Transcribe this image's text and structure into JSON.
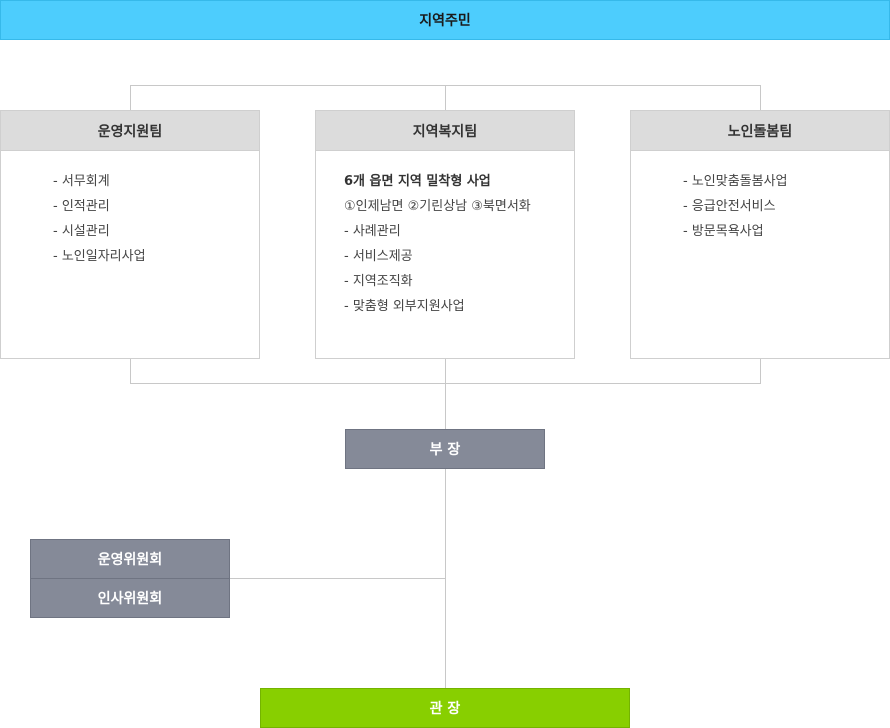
{
  "top": {
    "label": "지역주민"
  },
  "teams": [
    {
      "title": "운영지원팀",
      "items": [
        "- 서무회계",
        "- 인적관리",
        "- 시설관리",
        "- 노인일자리사업"
      ]
    },
    {
      "title": "지역복지팀",
      "items": [
        "6개 읍면 지역 밀착형 사업",
        "①인제남면 ②기린상남 ③북면서화",
        "- 사례관리",
        "- 서비스제공",
        "- 지역조직화",
        "- 맞춤형 외부지원사업"
      ]
    },
    {
      "title": "노인돌봄팀",
      "items": [
        "- 노인맞춤돌봄사업",
        "- 응급안전서비스",
        "- 방문목욕사업"
      ]
    }
  ],
  "deputy": {
    "label": "부 장"
  },
  "committees": [
    {
      "label": "운영위원회"
    },
    {
      "label": "인사위원회"
    }
  ],
  "director": {
    "label": "관 장"
  },
  "colors": {
    "banner": "#4dcdfd",
    "gray_box": "#858a98",
    "green_box": "#88cf00",
    "team_header": "#dcdcdc"
  }
}
